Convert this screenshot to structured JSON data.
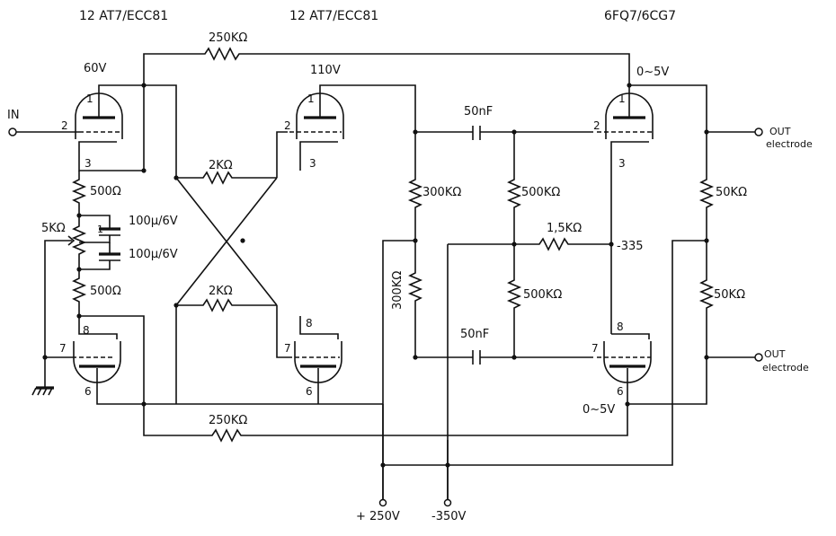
{
  "tubes": {
    "v1_type": "12 AT7/ECC81",
    "v2_type": "12 AT7/ECC81",
    "v3_type": "6FQ7/6CG7"
  },
  "inputs": {
    "in_label": "IN"
  },
  "outputs": {
    "out1_label": "OUT",
    "out1_sub": "electrode",
    "out2_label": "OUT",
    "out2_sub": "electrode"
  },
  "supplies": {
    "pos": "+ 250V",
    "neg": "-350V"
  },
  "voltages": {
    "v1_plate": "60V",
    "v2_plate": "110V",
    "v3_top_plate": "0~5V",
    "v3_bottom_plate": "0~5V",
    "node_neg": "-335"
  },
  "components": {
    "r_feedback_top": "250KΩ",
    "r_feedback_bottom": "250KΩ",
    "r_cross_top": "2KΩ",
    "r_cross_bottom": "2KΩ",
    "r_cathode_top": "500Ω",
    "r_cathode_bottom": "500Ω",
    "pot": "5KΩ",
    "c_bypass_1": "100μ/6V",
    "c_bypass_2": "100μ/6V",
    "r_load_top": "300KΩ",
    "r_load_bottom": "300KΩ",
    "c_couple_top": "50nF",
    "c_couple_bottom": "50nF",
    "r_div_top": "500KΩ",
    "r_div_bottom": "500KΩ",
    "r_series": "1,5KΩ",
    "r_out_top": "50KΩ",
    "r_out_bottom": "50KΩ"
  },
  "pins": {
    "t1_p1": "1",
    "t1_p2": "2",
    "t1_p3": "3",
    "t1_p8": "8",
    "t1_p7": "7",
    "t1_p6": "6",
    "t2_p1": "1",
    "t2_p2": "2",
    "t2_p3": "3",
    "t2_p8": "8",
    "t2_p7": "7",
    "t2_p6": "6",
    "t3_p1": "1",
    "t3_p2": "2",
    "t3_p3": "3",
    "t3_p8": "8",
    "t3_p7": "7",
    "t3_p6": "6",
    "pot_tap": "1"
  }
}
